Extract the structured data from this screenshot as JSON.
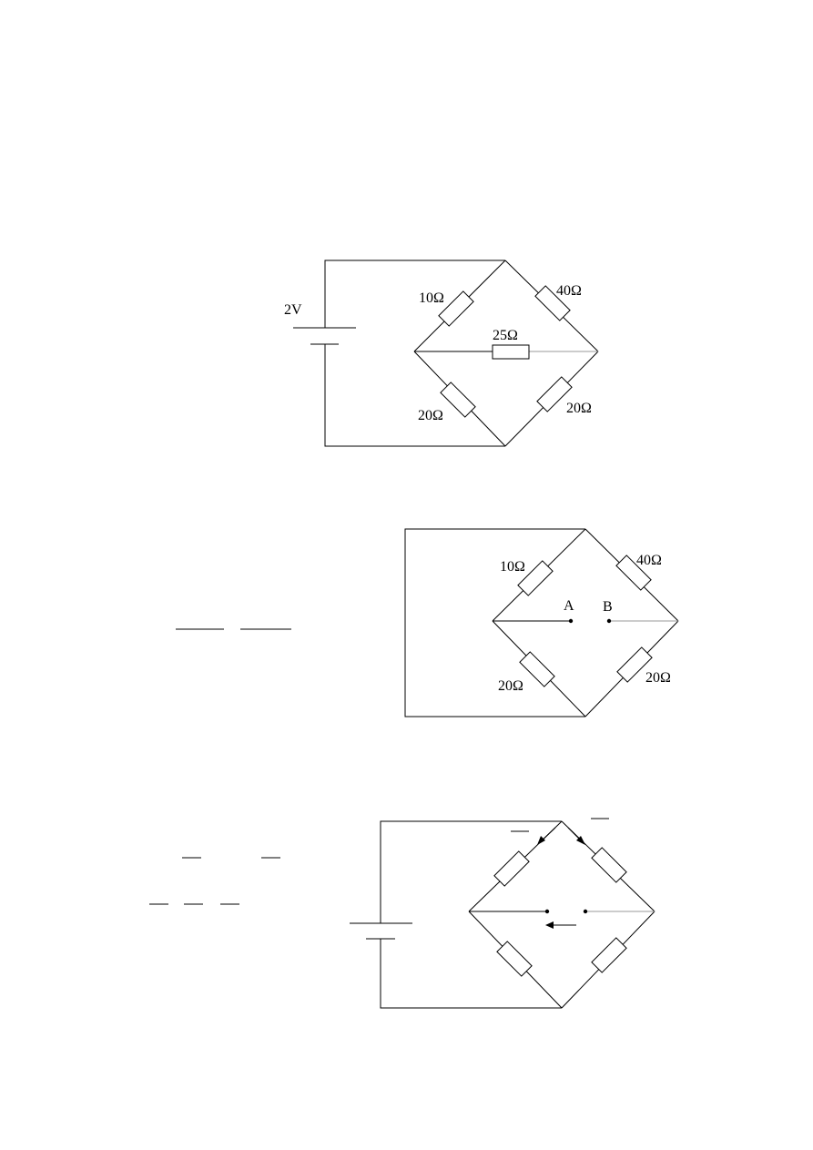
{
  "diagram1": {
    "source_label": "2V",
    "resistors": {
      "top_left": "10Ω",
      "top_right": "40Ω",
      "bridge": "25Ω",
      "bottom_left": "20Ω",
      "bottom_right": "20Ω"
    }
  },
  "diagram2": {
    "resistors": {
      "top_left": "10Ω",
      "top_right": "40Ω",
      "bottom_left": "20Ω",
      "bottom_right": "20Ω"
    },
    "node_a": "A",
    "node_b": "B"
  },
  "diagram3": {}
}
